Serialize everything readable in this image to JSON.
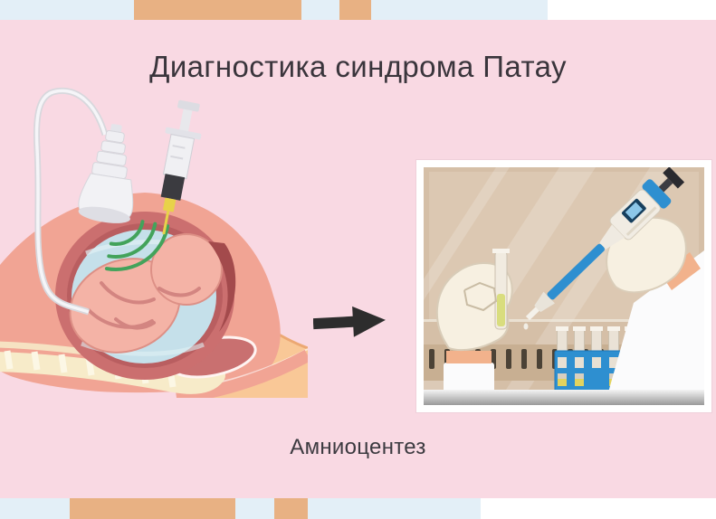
{
  "title": {
    "text": "Диагностика синдрома Патау"
  },
  "caption": {
    "text": "Амниоцентез"
  },
  "icons": {
    "arrow": "right-arrow-icon",
    "left_figure": "amniocentesis-procedure-illustration",
    "right_figure": "lab-analysis-picture"
  },
  "colors": {
    "page_bg": "#FFFFFF",
    "card_pink": "#F9D9E3",
    "strip_blue": "#E3EFF7",
    "strip_orange": "#E8B183",
    "title_text": "#3A353C",
    "caption_text": "#3C3A40",
    "arrow_dark": "#2D2D2D",
    "frame_white": "#FFFFFF",
    "scene_tan": "#D5BFA7",
    "band_tan": "#C8AF92",
    "dash_brown": "#4B4236",
    "rack_blue": "#2E8FD0",
    "belly_skin": "#F1A494",
    "uterus_wall": "#CB6F6F",
    "fluid_blue": "#C5E0EA",
    "fetus_pink": "#F4B3A6",
    "spine_cream": "#F7EBC9",
    "leg_peach": "#F9C897",
    "green_wave": "#43A35B",
    "needle_yellow": "#E8D24A",
    "glove_cream": "#F7F0E1",
    "skin_peach": "#F2B28C",
    "sleeve_white": "#FBFBFC",
    "metal_gray": "#9C9C9C"
  }
}
